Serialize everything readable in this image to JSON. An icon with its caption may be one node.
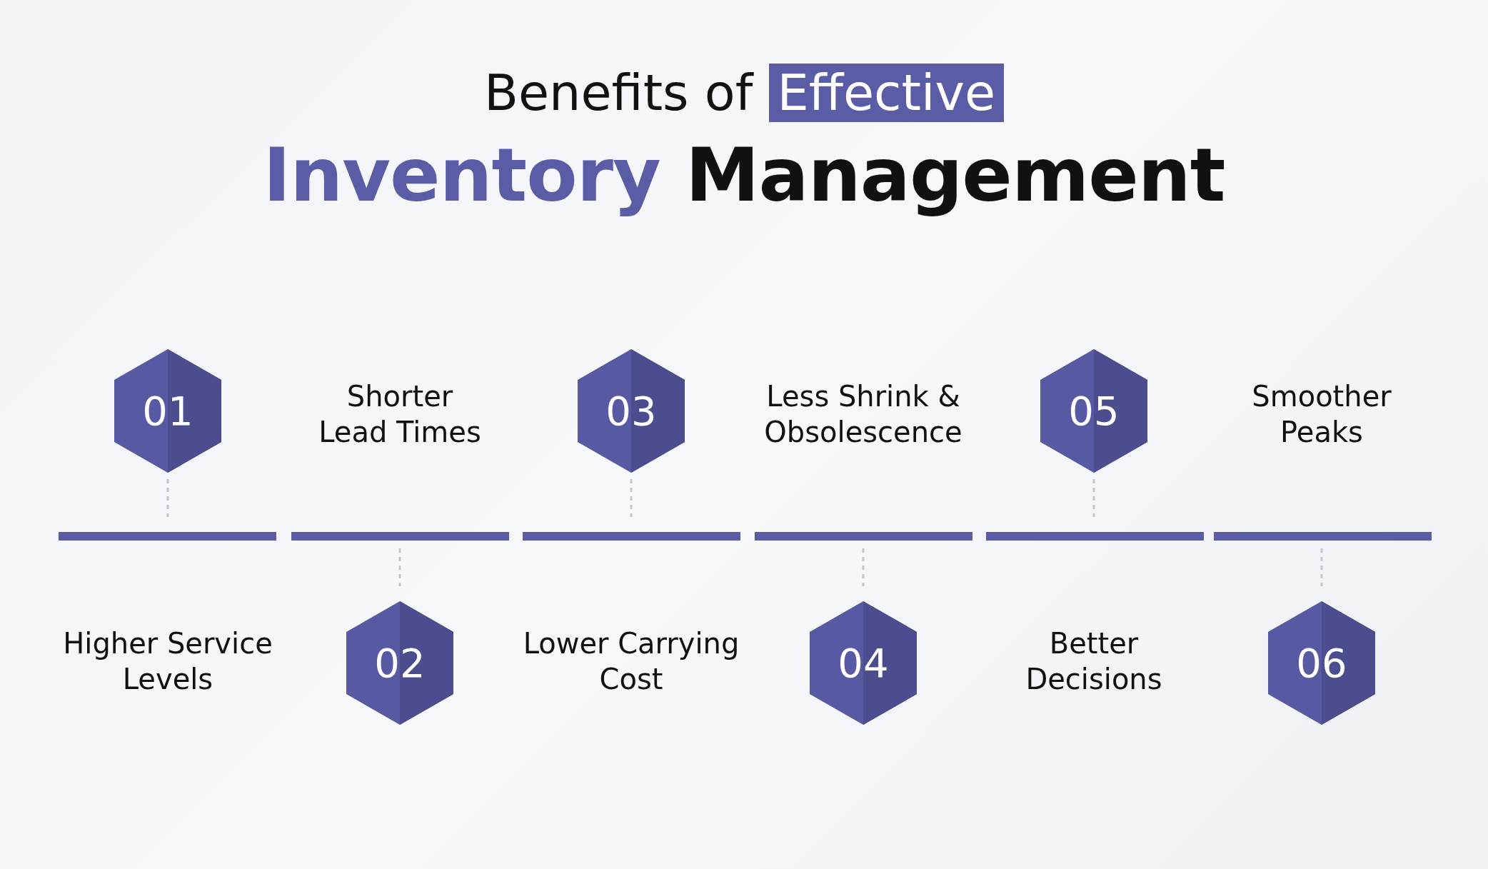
{
  "diagram": {
    "title": "Benefits of Effective Inventory Management",
    "nodes": [
      {
        "text": [
          "01"
        ]
      },
      {
        "text": [
          "02"
        ]
      },
      {
        "text": [
          "03"
        ]
      },
      {
        "text": [
          "04"
        ]
      },
      {
        "text": [
          "05"
        ]
      },
      {
        "text": [
          "06"
        ]
      }
    ],
    "labels": [
      "Shorter Lead Times",
      "Less Shrink & Obsolescence",
      "Smoother Peaks",
      "Higher Service Levels",
      "Lower Carrying Cost",
      "Better Decisions"
    ]
  }
}
